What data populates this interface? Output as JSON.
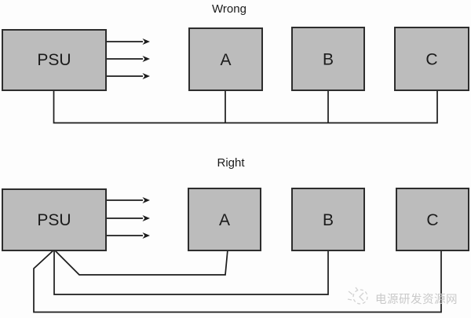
{
  "colors": {
    "background": "#fdfdfd",
    "box_fill": "#bcbcbc",
    "box_border": "#2d2d2d",
    "line": "#1b1b1b",
    "label_text": "#1b1b1b",
    "watermark": "#c9c9c9",
    "watermark_icon": "#d2d2d2"
  },
  "diagrams": [
    {
      "title": "Wrong",
      "psu_label": "PSU",
      "device_labels": [
        "A",
        "B",
        "C"
      ]
    },
    {
      "title": "Right",
      "psu_label": "PSU",
      "device_labels": [
        "A",
        "B",
        "C"
      ]
    }
  ],
  "watermark": {
    "icon": "sparkle-logo-icon",
    "text": "电源研发资源网"
  }
}
